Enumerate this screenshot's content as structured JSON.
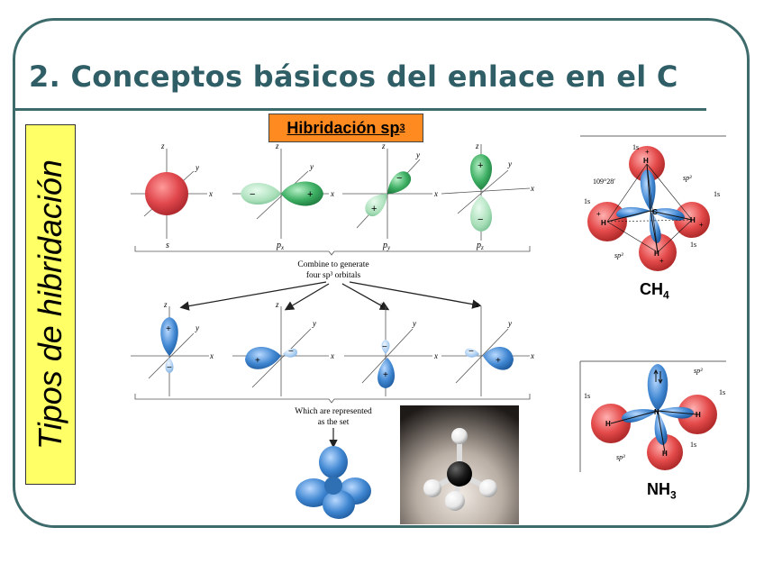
{
  "slide": {
    "title": "2. Conceptos básicos del enlace en el C",
    "side_label": "Tipos de hibridación"
  },
  "badge": {
    "text": "Hibridación sp",
    "superscript": "3"
  },
  "figure": {
    "axis_z": "z",
    "axis_y": "y",
    "axis_x": "x",
    "orbital_labels": [
      "s",
      "p",
      "p",
      "p"
    ],
    "orbital_subscripts": [
      "",
      "x",
      "y",
      "z"
    ],
    "caption_combine_1": "Combine to generate",
    "caption_combine_2": "four sp³ orbitals",
    "caption_represented_1": "Which are represented",
    "caption_represented_2": "as the set",
    "plus_sign": "+",
    "minus_sign": "−"
  },
  "ch4": {
    "formula": "CH",
    "subscript": "4",
    "angle": "109°28′",
    "label_1s": "1s",
    "label_sp3": "sp³",
    "atom_h": "H",
    "atom_c": "C",
    "plus_sign": "+"
  },
  "nh3": {
    "formula": "NH",
    "subscript": "3",
    "label_1s": "1s",
    "label_sp3": "sp³",
    "atom_h": "H",
    "atom_n": "N"
  },
  "colors": {
    "frame": "#3d6b6b",
    "title": "#2f5e66",
    "side_label_bg": "#ffff66",
    "badge_bg": "#ff8a1f",
    "s_orbital": "#e0474c",
    "p_orbital": "#3cae62",
    "sp3_orbital": "#3f86d1",
    "h_orbital": "#e44a4a"
  }
}
